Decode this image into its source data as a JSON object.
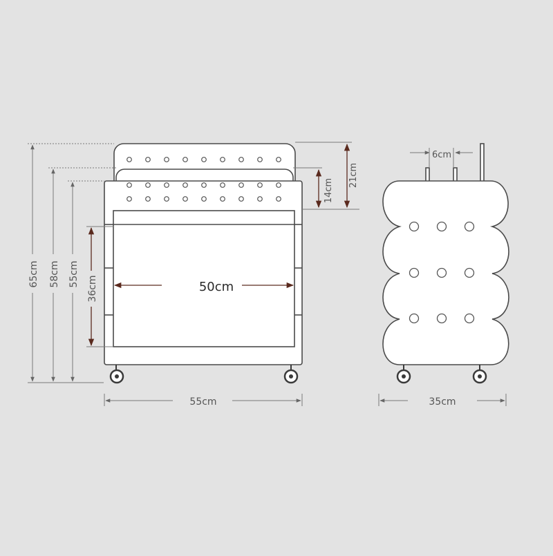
{
  "front_view": {
    "total_height": "65cm",
    "body_height_with_panel": "58cm",
    "body_height": "55cm",
    "inner_height": "36cm",
    "inner_width": "50cm",
    "outer_width": "55cm",
    "panel_gap": "14cm",
    "top_panel_height": "21cm"
  },
  "side_view": {
    "rail_spacing": "6cm",
    "depth": "35cm"
  },
  "colors": {
    "background": "#e3e3e3",
    "line": "#7a7a7a",
    "outline": "#4a4a4a",
    "arrow_dark": "#5a2a1e"
  }
}
